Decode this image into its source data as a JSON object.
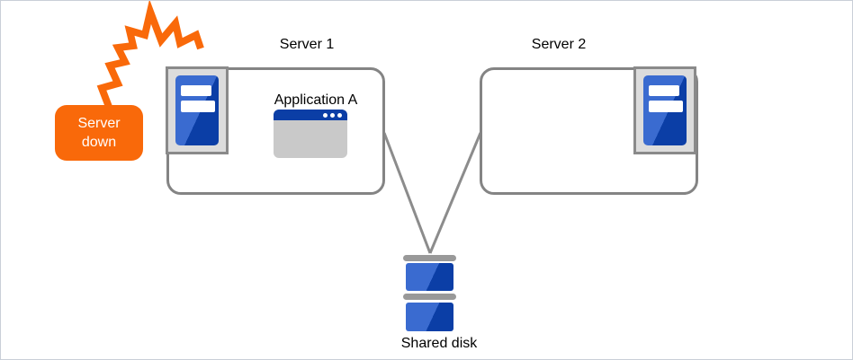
{
  "figure": {
    "kind": "failover cluster diagram",
    "background_color": "#ffffff",
    "border_color": "#c9cfd8"
  },
  "nodes": {
    "server1": {
      "label": "Server 1",
      "application": {
        "label": "Application A"
      }
    },
    "server2": {
      "label": "Server 2"
    },
    "shared_disk": {
      "label": "Shared disk"
    },
    "alert": {
      "line1": "Server",
      "line2": "down"
    }
  },
  "connectors": [
    {
      "from": "server1",
      "to": "shared_disk"
    },
    {
      "from": "server2",
      "to": "shared_disk"
    }
  ],
  "icons": {
    "server_tower": "server-tower-icon",
    "application_window": "app-window-icon",
    "shared_disk": "disk-stack-icon",
    "crash_burst": "crash-burst-icon"
  },
  "colors": {
    "accent_orange": "#f9690a",
    "blue_light": "#3a6bd0",
    "blue_dark": "#0b3ea6",
    "box_border_gray": "#848484",
    "connector_gray": "#8c8c8c",
    "icon_frame_fill": "#dcdcdc",
    "icon_frame_border": "#8a8a8a",
    "disk_cap_gray": "#999999",
    "window_body_gray": "#c9c9c9",
    "text_color": "#000000"
  }
}
